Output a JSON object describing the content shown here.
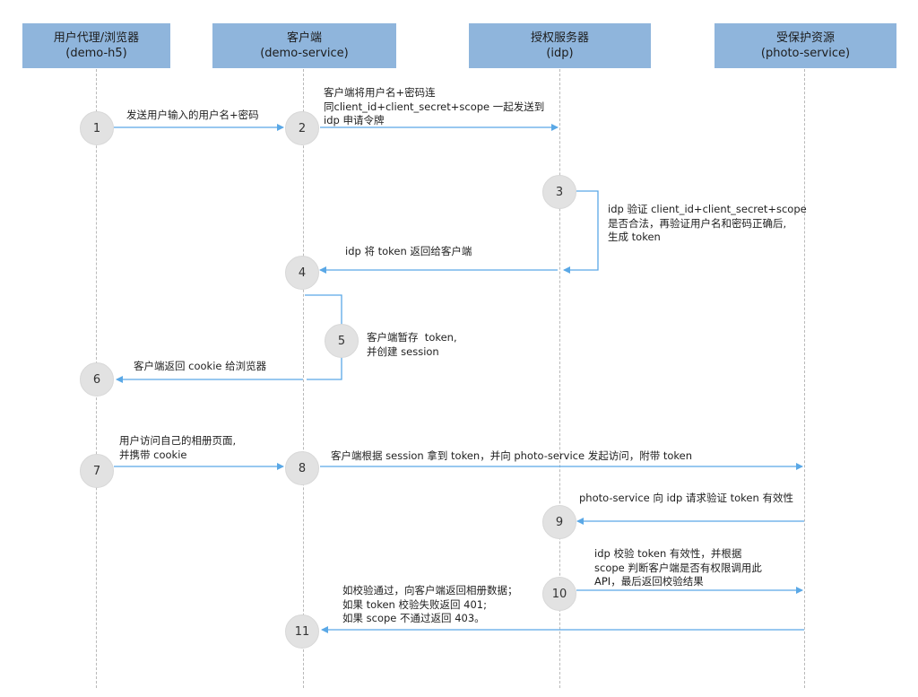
{
  "actors": [
    {
      "name": "用户代理/浏览器",
      "sub": "(demo-h5)"
    },
    {
      "name": "客户端",
      "sub": "(demo-service)"
    },
    {
      "name": "授权服务器",
      "sub": "(idp)"
    },
    {
      "name": "受保护资源",
      "sub": "(photo-service)"
    }
  ],
  "steps": [
    "1",
    "2",
    "3",
    "4",
    "5",
    "6",
    "7",
    "8",
    "9",
    "10",
    "11"
  ],
  "messages": {
    "m1": "发送用户输入的用户名+密码",
    "m2": "客户端将用户名+密码连\n同client_id+client_secret+scope 一起发送到\nidp 申请令牌",
    "m3": "idp 验证 client_id+client_secret+scope\n是否合法，再验证用户名和密码正确后,\n生成 token",
    "m4": "idp 将 token 返回给客户端",
    "m5": "客户端暂存  token,\n并创建 session",
    "m6": "客户端返回 cookie 给浏览器",
    "m7": "用户访问自己的相册页面,\n并携带 cookie",
    "m8": "客户端根据 session 拿到 token，并向 photo-service 发起访问，附带 token",
    "m9": "photo-service 向 idp 请求验证 token 有效性",
    "m10": "idp 校验 token 有效性，并根据\nscope 判断客户端是否有权限调用此\nAPI，最后返回校验结果",
    "m11": "如校验通过，向客户端返回相册数据；\n如果 token 校验失败返回 401;\n如果 scope 不通过返回 403。"
  },
  "colors": {
    "actor_fill": "#8fb5dc",
    "arrow": "#5aa8e6",
    "step_fill": "#e2e2e2",
    "lifeline": "#b9b9b9"
  }
}
